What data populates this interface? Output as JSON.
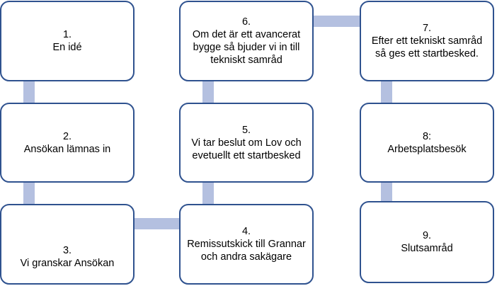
{
  "diagram": {
    "steps": [
      {
        "number": "1.",
        "label": "En idé"
      },
      {
        "number": "2.",
        "label": "Ansökan lämnas in"
      },
      {
        "number": "3.",
        "label": "Vi granskar Ansökan"
      },
      {
        "number": "4.",
        "label": "Remissutskick till Grannar och andra sakägare"
      },
      {
        "number": "5.",
        "label": "Vi tar beslut om Lov och evetuellt ett startbesked"
      },
      {
        "number": "6.",
        "label": "Om det är ett avancerat bygge så bjuder vi in till tekniskt samråd"
      },
      {
        "number": "7.",
        "label": "Efter ett tekniskt samråd så ges ett startbesked."
      },
      {
        "number": "8:",
        "label": "Arbetsplatsbesök"
      },
      {
        "number": "9.",
        "label": "Slutsamråd"
      }
    ],
    "colors": {
      "box_border": "#2f528f",
      "box_fill": "#ffffff",
      "connector": "#b4c0e0",
      "text": "#000000"
    }
  }
}
